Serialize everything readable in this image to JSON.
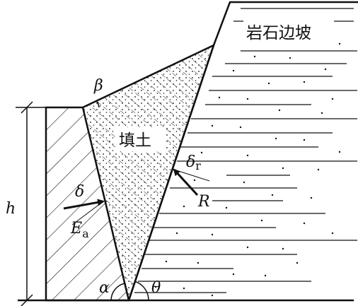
{
  "labels": {
    "rock_slope": "岩石边坡",
    "fill_soil": "填土",
    "beta": "β",
    "delta": "δ",
    "delta_r_symbol": "δ",
    "delta_r_sub": "r",
    "R": "R",
    "Ea_symbol": "E",
    "Ea_sub": "a",
    "h": "h",
    "alpha": "α",
    "theta": "θ"
  },
  "colors": {
    "ink": "#111111",
    "background": "#ffffff"
  }
}
